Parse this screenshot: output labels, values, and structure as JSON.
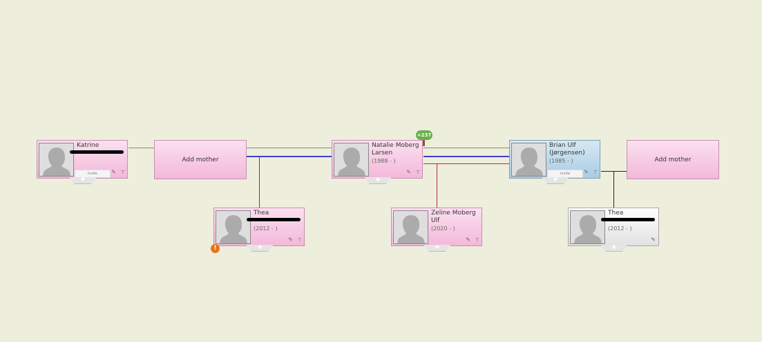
{
  "people": [
    {
      "id": "katrine",
      "name": "Katrine",
      "dates": "",
      "style": "pink",
      "redacted": true,
      "invite": "invite",
      "tree": true
    },
    {
      "id": "natalie",
      "name": "Natalie Moberg Larsen",
      "dates": "(1988 - )",
      "style": "pink",
      "redacted": false,
      "invite": null,
      "tree": true
    },
    {
      "id": "brian",
      "name": "Brian Ulf (Jørgensen)",
      "dates": "(1985 - )",
      "style": "blue",
      "redacted": false,
      "invite": "invite",
      "tree": true
    },
    {
      "id": "thea1",
      "name": "Thea",
      "dates": "(2012 - )",
      "style": "pink",
      "redacted": true,
      "invite": null,
      "tree": true
    },
    {
      "id": "zeline",
      "name": "Zeline Moberg Ulf",
      "dates": "(2020 - )",
      "style": "pink",
      "redacted": false,
      "invite": null,
      "tree": true
    },
    {
      "id": "thea2",
      "name": "Thea",
      "dates": "(2012 - )",
      "style": "gray",
      "redacted": true,
      "invite": null,
      "tree": false
    }
  ],
  "add_mother_label": "Add mother",
  "ancestors_badge": "+237",
  "warning_icon": "!",
  "colors": {
    "blue_line": "#3b3fc4",
    "red_line": "#b03030",
    "gray_line": "#8a8a7a",
    "black_line": "#222222"
  }
}
